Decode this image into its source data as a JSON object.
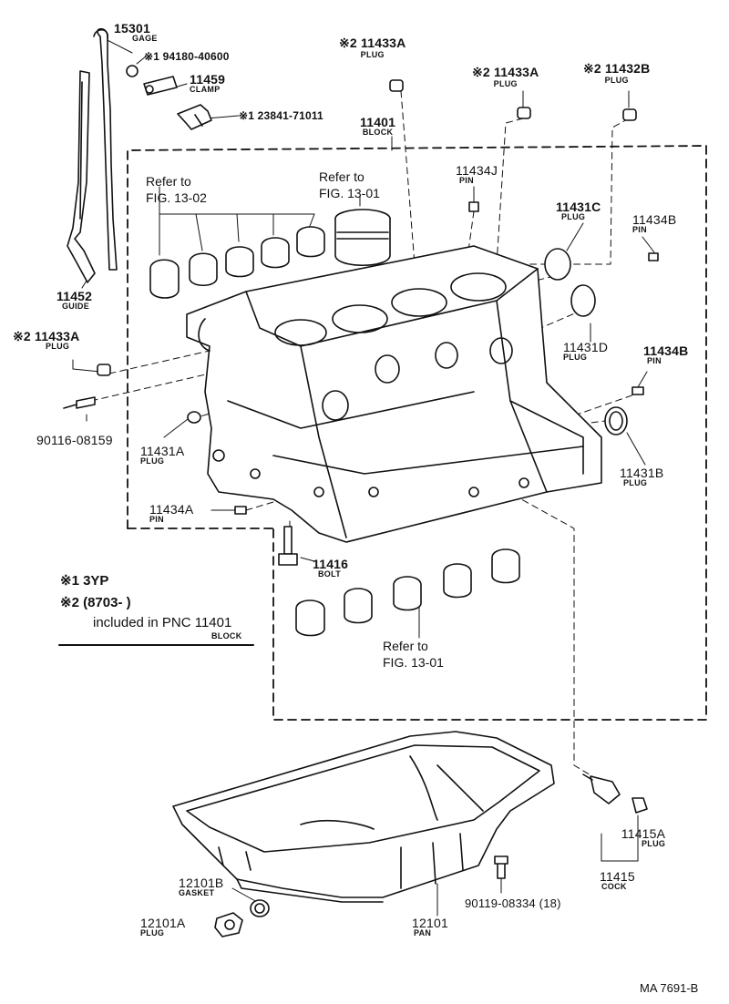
{
  "labels": {
    "l15301": {
      "num": "15301",
      "sub": "GAGE"
    },
    "l94180": {
      "num": "※1 94180-40600"
    },
    "l11459": {
      "num": "11459",
      "sub": "CLAMP"
    },
    "l23841": {
      "num": "※1 23841-71011"
    },
    "l11452": {
      "num": "11452",
      "sub": "GUIDE"
    },
    "l11433A_top": {
      "num": "※2 11433A",
      "sub": "PLUG"
    },
    "l11401": {
      "num": "11401",
      "sub": "BLOCK"
    },
    "l11433A_mid": {
      "num": "※2 11433A",
      "sub": "PLUG"
    },
    "l11432B": {
      "num": "※2 11432B",
      "sub": "PLUG"
    },
    "l11434J": {
      "num": "11434J",
      "sub": "PIN"
    },
    "l11431C": {
      "num": "11431C",
      "sub": "PLUG"
    },
    "l11434B_top": {
      "num": "11434B",
      "sub": "PIN"
    },
    "l11431D": {
      "num": "11431D",
      "sub": "PLUG"
    },
    "l11434B_mid": {
      "num": "11434B",
      "sub": "PIN"
    },
    "l11433A_left": {
      "num": "※2 11433A",
      "sub": "PLUG"
    },
    "l90116": {
      "num": "90116-08159"
    },
    "l11431A": {
      "num": "11431A",
      "sub": "PLUG"
    },
    "l11431B": {
      "num": "11431B",
      "sub": "PLUG"
    },
    "l11434A": {
      "num": "11434A",
      "sub": "PIN"
    },
    "l11416": {
      "num": "11416",
      "sub": "BOLT"
    },
    "l11415A": {
      "num": "11415A",
      "sub": "PLUG"
    },
    "l11415": {
      "num": "11415",
      "sub": "COCK"
    },
    "l90119": {
      "num": "90119-08334 (18)"
    },
    "l12101B": {
      "num": "12101B",
      "sub": "GASKET"
    },
    "l12101A": {
      "num": "12101A",
      "sub": "PLUG"
    },
    "l12101": {
      "num": "12101",
      "sub": "PAN"
    }
  },
  "refs": {
    "ref_bearing_top": {
      "line1": "Refer to",
      "line2": "FIG. 13-02"
    },
    "ref_piston": {
      "line1": "Refer to",
      "line2": "FIG. 13-01"
    },
    "ref_bearing_bottom": {
      "line1": "Refer to",
      "line2": "FIG. 13-01"
    }
  },
  "notes": {
    "note1": "※1 3YP",
    "note2": "※2 (8703-        )",
    "note3": "included in PNC 11401",
    "note3_sub": "BLOCK"
  },
  "code": "MA  7691-B"
}
